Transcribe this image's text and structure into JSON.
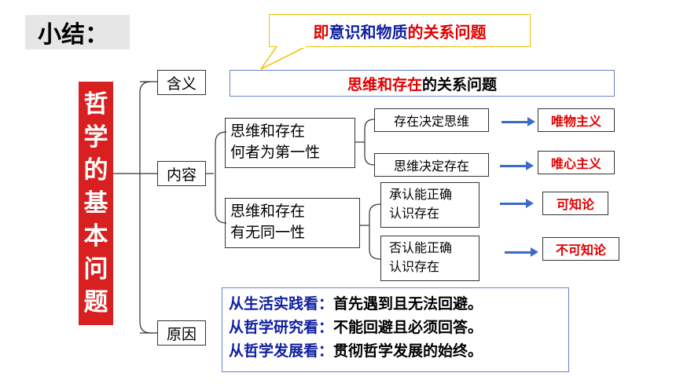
{
  "summary": {
    "label": "小结："
  },
  "callout": {
    "prefix": "即",
    "highlight": "意识和物质",
    "suffix": "的关系问题"
  },
  "title_vertical": [
    "哲",
    "学",
    "的",
    "基",
    "本",
    "问",
    "题"
  ],
  "branches": {
    "meaning": {
      "label": "含义",
      "definition_highlight": "思维和存在",
      "definition_suffix": "的关系问题"
    },
    "content": {
      "label": "内容",
      "first": {
        "line1": "思维和存在",
        "line2": "何者为第一性",
        "options": [
          {
            "text": "存在决定思维",
            "result": "唯物主义"
          },
          {
            "text": "思维决定存在",
            "result": "唯心主义"
          }
        ]
      },
      "second": {
        "line1": "思维和存在",
        "line2": "有无同一性",
        "options": [
          {
            "line1": "承认能正确",
            "line2": "认识存在",
            "result": "可知论"
          },
          {
            "line1": "否认能正确",
            "line2": "认识存在",
            "result": "不可知论"
          }
        ]
      }
    },
    "reason": {
      "label": "原因",
      "items": [
        {
          "head": "从生活实践看：",
          "body": "首先遇到且无法回避。"
        },
        {
          "head": "从哲学研究看：",
          "body": "不能回避且必须回答。"
        },
        {
          "head": "从哲学发展看：",
          "body": "贯彻哲学发展的始终。"
        }
      ]
    }
  },
  "colors": {
    "accent_red": "#e00000",
    "heading_blue": "#1020a0",
    "arrow_blue": "#3b6bc8",
    "title_bg": "#d92020"
  }
}
